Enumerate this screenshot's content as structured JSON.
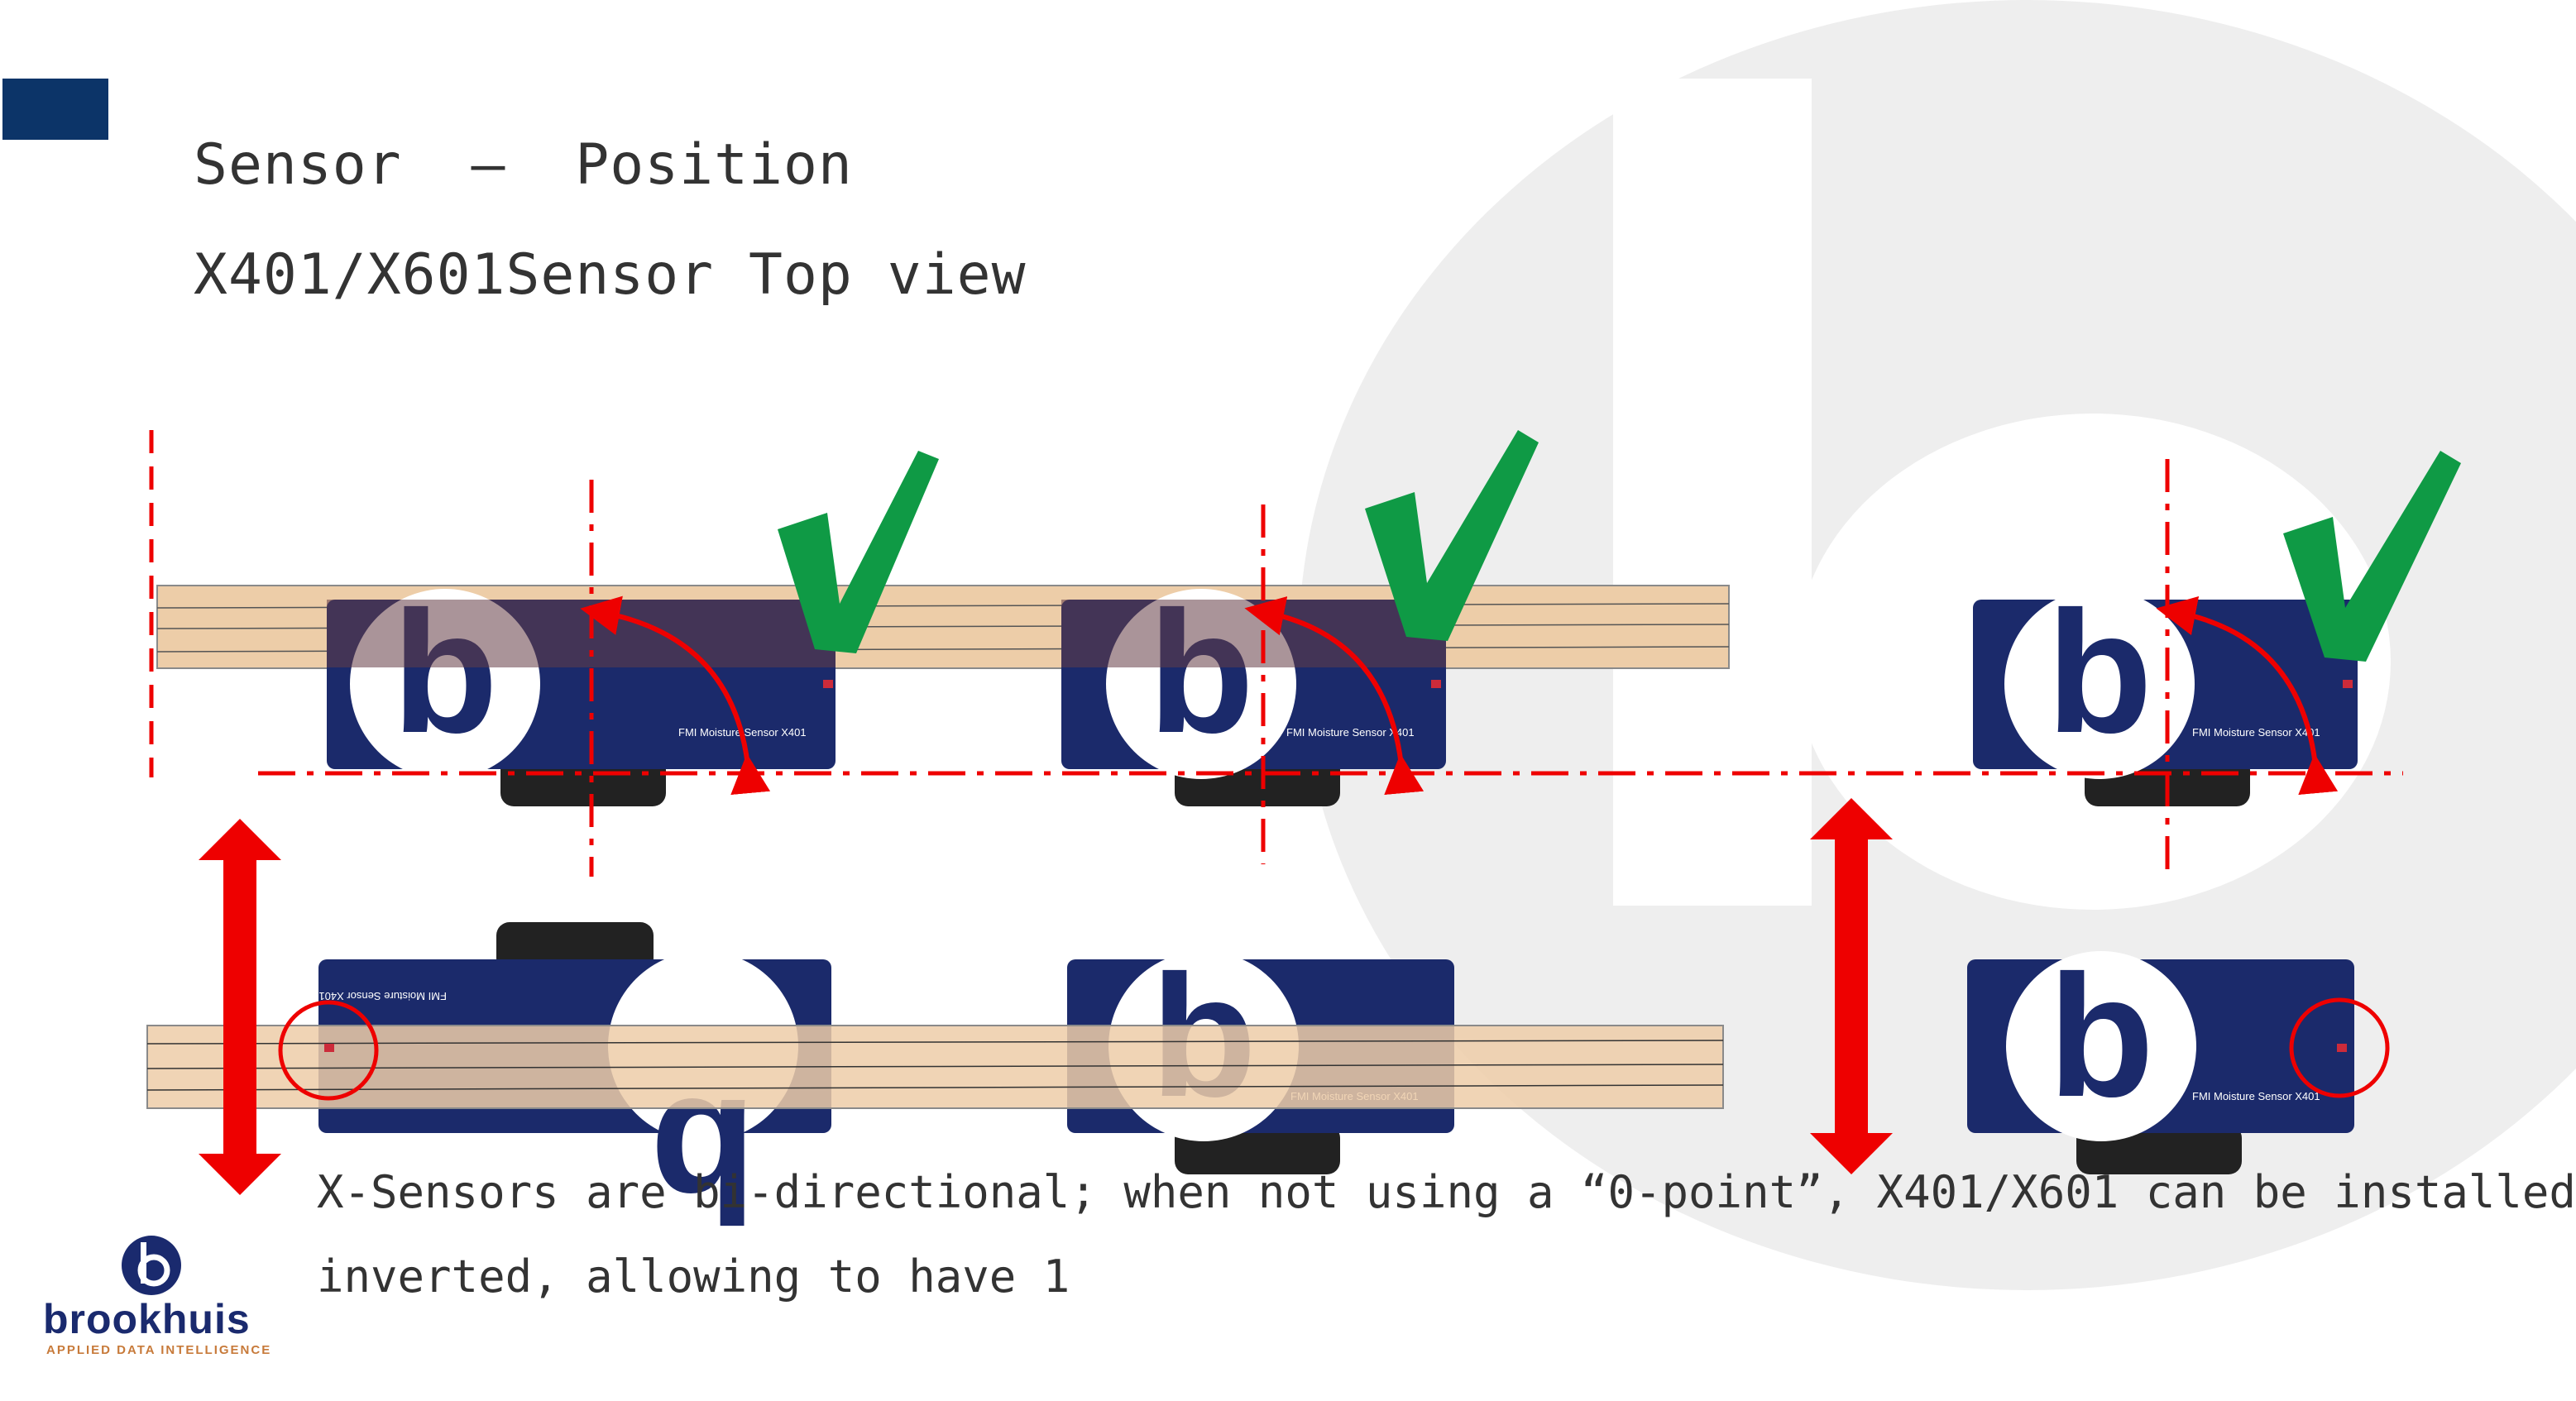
{
  "slide": {
    "title": "Sensor  –  Position",
    "subtitle": "X401/X601Sensor Top view",
    "body_line1": "X-Sensors are bi-directional; when not using a “0-point”, X401/X601 can be installed",
    "body_line2": "inverted, allowing to have 1"
  },
  "sensor": {
    "device_label": "FMI Moisture Sensor X401",
    "mark_letter": "b"
  },
  "brand": {
    "name": "brookhuis",
    "tagline": "APPLIED DATA INTELLIGENCE"
  },
  "colors": {
    "accent_navy": "#0c3468",
    "sensor_navy": "#1b2a6b",
    "wood": "#edcda8",
    "guide_red": "#ee0000",
    "check_green": "#0f9a45",
    "watermark_gray": "#eeeeee",
    "brand_orange": "#c77a3a"
  }
}
